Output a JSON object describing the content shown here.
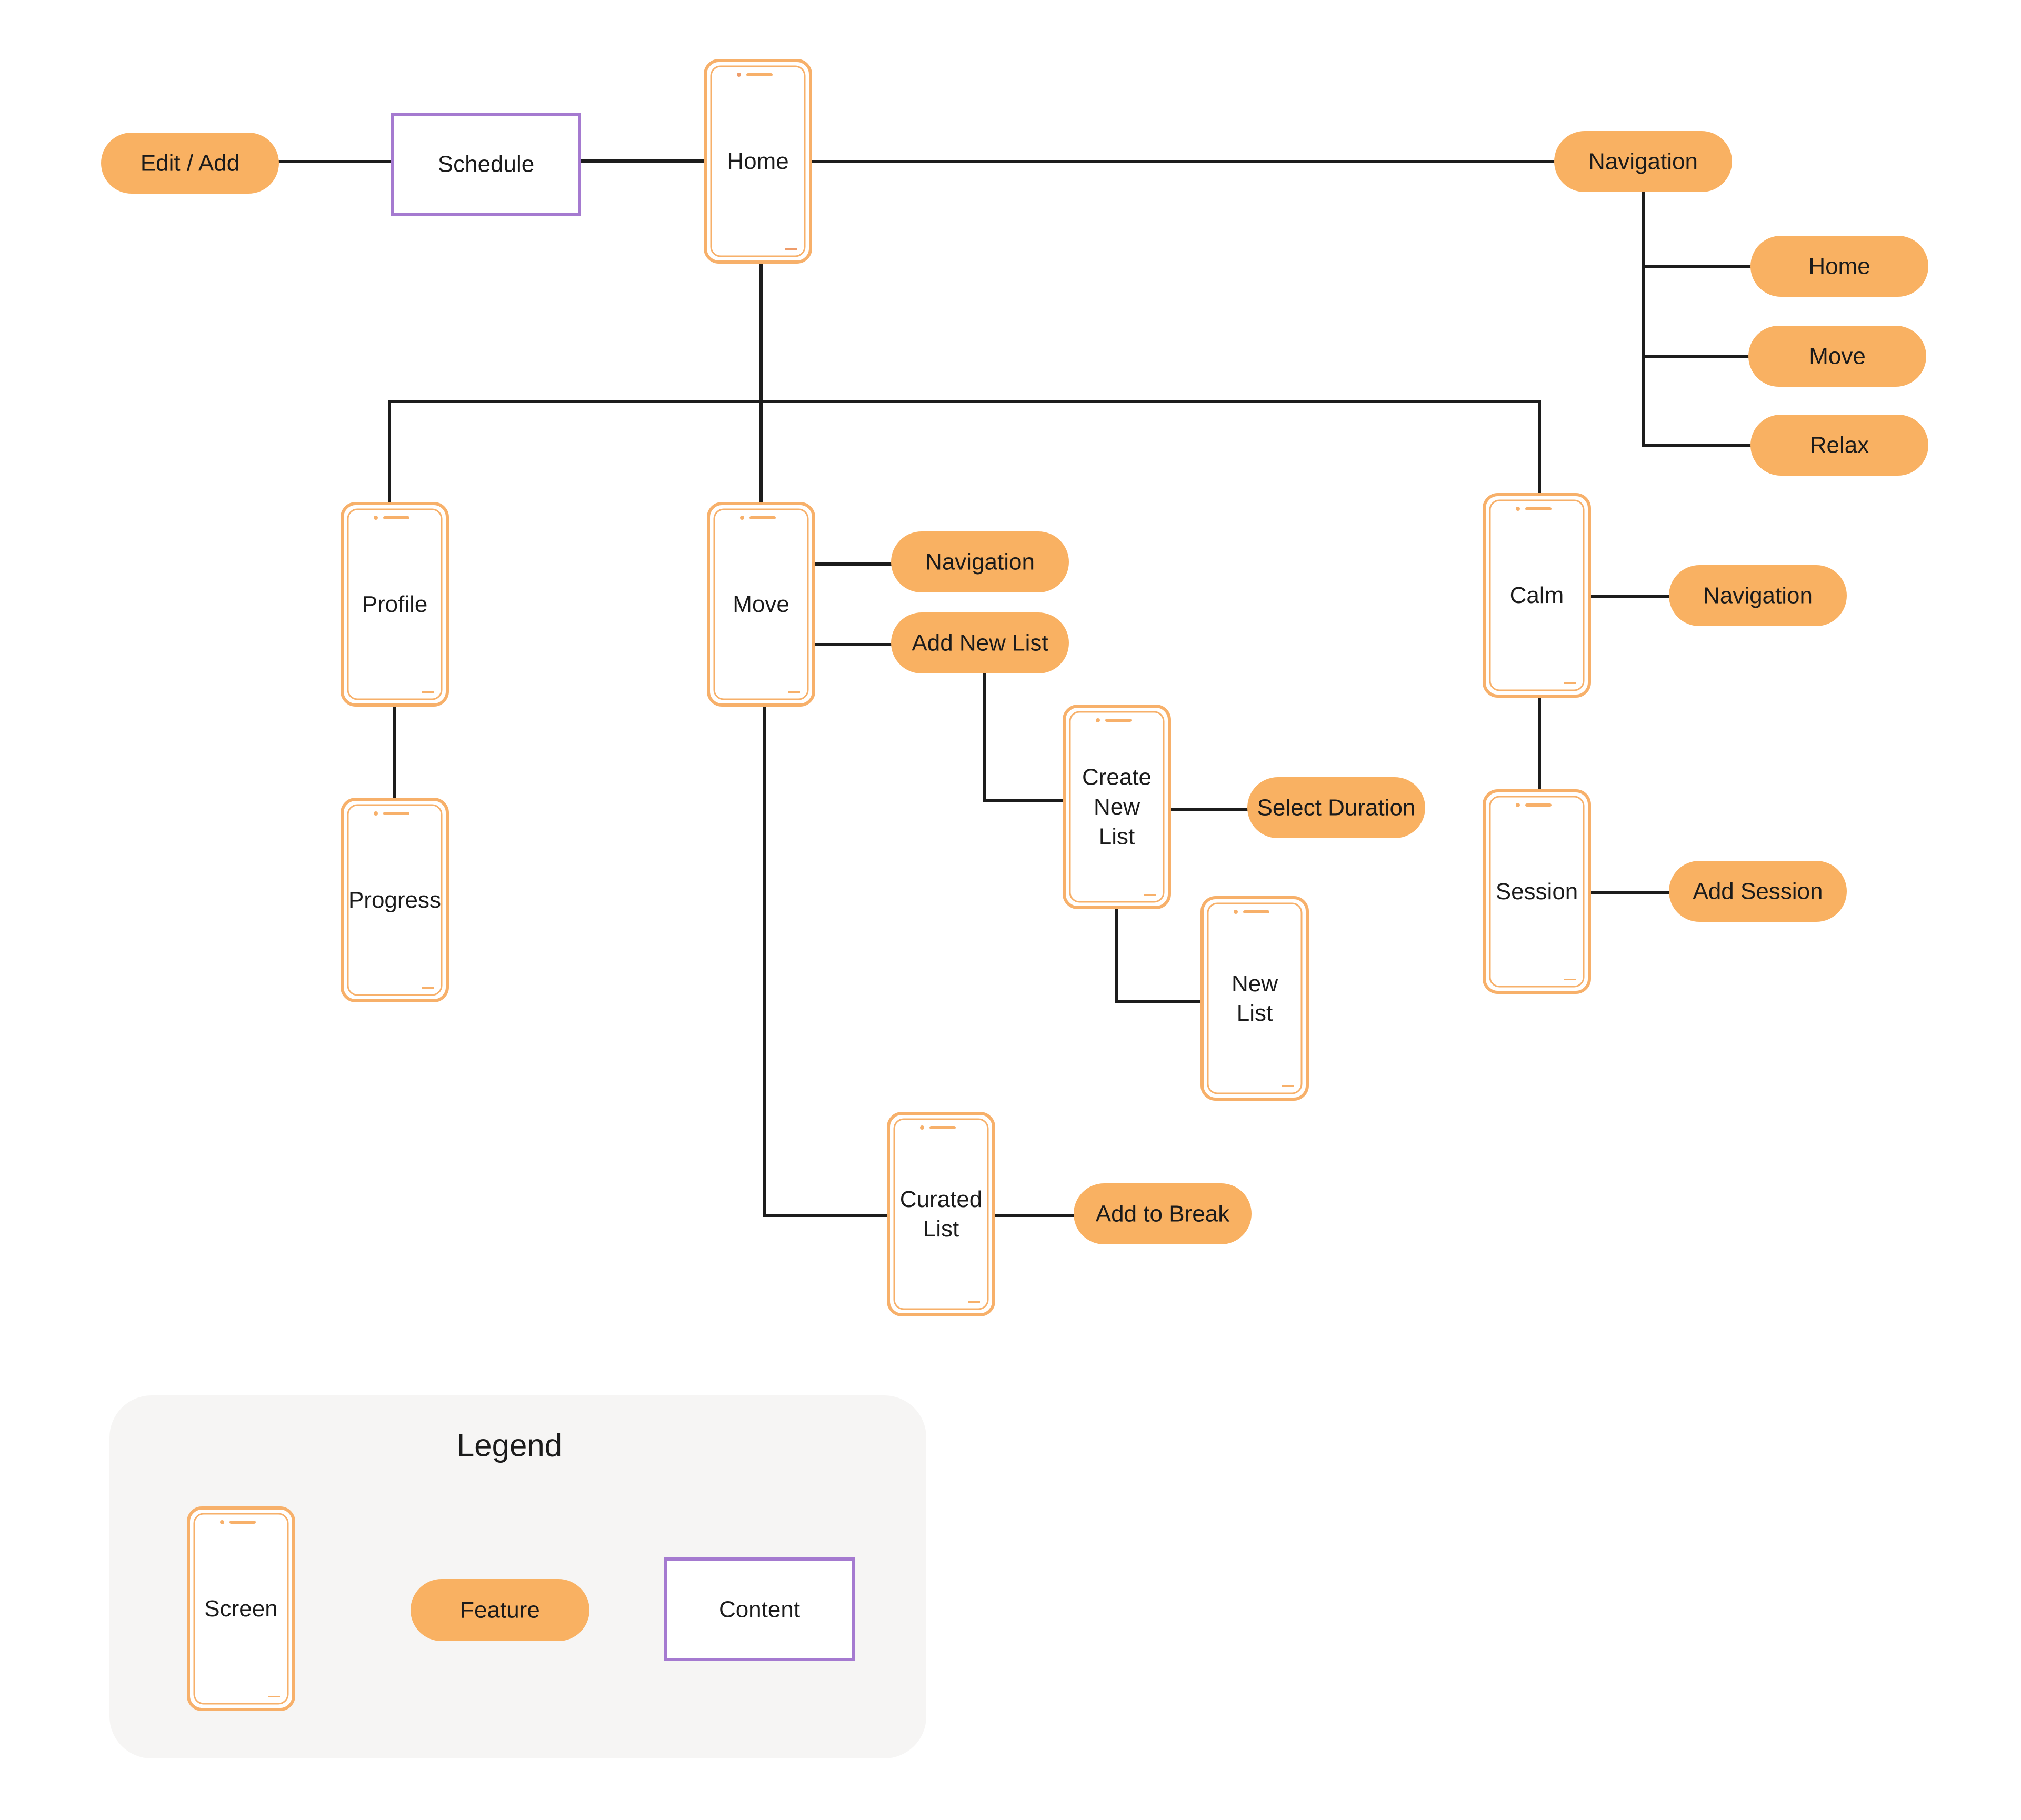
{
  "colors": {
    "feature_fill": "#f9b162",
    "screen_stroke": "#f7b06a",
    "home_screen_stroke": "#ee9c6a",
    "content_stroke": "#a57ad0",
    "connector": "#1c1c1c",
    "legend_background": "#f6f5f4",
    "text": "#1b1b1b"
  },
  "nodes": {
    "edit_add": {
      "type": "feature",
      "label": "Edit / Add"
    },
    "schedule": {
      "type": "content",
      "label": "Schedule"
    },
    "home": {
      "type": "screen",
      "lines": [
        "Home"
      ]
    },
    "nav_top": {
      "type": "feature",
      "label": "Navigation"
    },
    "nav_home": {
      "type": "feature",
      "label": "Home"
    },
    "nav_move": {
      "type": "feature",
      "label": "Move"
    },
    "nav_relax": {
      "type": "feature",
      "label": "Relax"
    },
    "profile": {
      "type": "screen",
      "lines": [
        "Profile"
      ]
    },
    "progress": {
      "type": "screen",
      "lines": [
        "Progress"
      ]
    },
    "move": {
      "type": "screen",
      "lines": [
        "Move"
      ]
    },
    "move_nav": {
      "type": "feature",
      "label": "Navigation"
    },
    "add_new_list": {
      "type": "feature",
      "label": "Add New List"
    },
    "create_new_list": {
      "type": "screen",
      "lines": [
        "Create",
        "New",
        "List"
      ]
    },
    "select_duration": {
      "type": "feature",
      "label": "Select Duration"
    },
    "new_list": {
      "type": "screen",
      "lines": [
        "New",
        "List"
      ]
    },
    "curated_list": {
      "type": "screen",
      "lines": [
        "Curated",
        "List"
      ]
    },
    "add_to_break": {
      "type": "feature",
      "label": "Add to Break"
    },
    "calm": {
      "type": "screen",
      "lines": [
        "Calm"
      ]
    },
    "calm_nav": {
      "type": "feature",
      "label": "Navigation"
    },
    "session": {
      "type": "screen",
      "lines": [
        "Session"
      ]
    },
    "add_session": {
      "type": "feature",
      "label": "Add Session"
    }
  },
  "edges": [
    [
      "edit_add",
      "schedule"
    ],
    [
      "schedule",
      "home"
    ],
    [
      "home",
      "nav_top"
    ],
    [
      "nav_top",
      "nav_home"
    ],
    [
      "nav_top",
      "nav_move"
    ],
    [
      "nav_top",
      "nav_relax"
    ],
    [
      "home",
      "profile"
    ],
    [
      "home",
      "move"
    ],
    [
      "home",
      "calm"
    ],
    [
      "profile",
      "progress"
    ],
    [
      "move",
      "move_nav"
    ],
    [
      "move",
      "add_new_list"
    ],
    [
      "add_new_list",
      "create_new_list"
    ],
    [
      "create_new_list",
      "select_duration"
    ],
    [
      "create_new_list",
      "new_list"
    ],
    [
      "move",
      "curated_list"
    ],
    [
      "curated_list",
      "add_to_break"
    ],
    [
      "calm",
      "calm_nav"
    ],
    [
      "calm",
      "session"
    ],
    [
      "session",
      "add_session"
    ]
  ],
  "legend": {
    "title": "Legend",
    "screen": "Screen",
    "feature": "Feature",
    "content": "Content"
  }
}
